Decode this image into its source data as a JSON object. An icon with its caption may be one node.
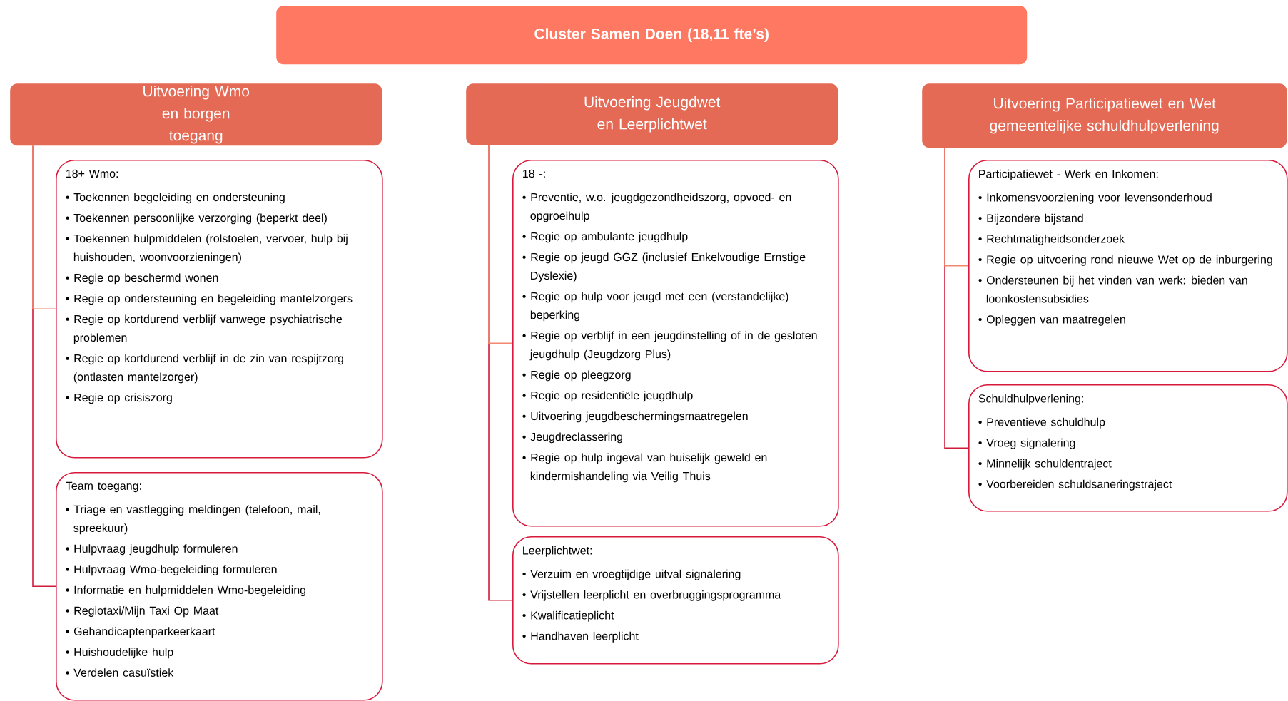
{
  "diagram": {
    "nodes": [
      {
        "text": [
          "Cluster Samen Doen (18,11 fte’s)"
        ]
      },
      {
        "text": [
          "Uitvoering Wmo en borgen toegang"
        ]
      },
      {
        "text": [
          "Uitvoering Jeugdwet en Leerplichtwet"
        ]
      },
      {
        "text": [
          "Uitvoering Participatiewet en Wet gemeentelijke schuldhulpverlening"
        ]
      },
      {
        "text": [
          "18+ Wmo:",
          "• Toekennen begeleiding en ondersteuning",
          "• Toekennen persoonlijke verzorging (beperkt deel)",
          "• Toekennen hulpmiddelen (rolstoelen, vervoer, hulp bij huishouden, woonvoorzieningen)",
          "• Regie op beschermd wonen",
          "• Regie op ondersteuning en begeleiding mantelzorgers",
          "• Regie op kortdurend verblijf vanwege psychiatrische problemen",
          "• Regie op kortdurend verblijf in de zin van respijtzorg (ontlasten mantelzorger)",
          "• Regie op crisiszorg"
        ]
      },
      {
        "text": [
          "Team toegang:",
          "• Triage en vastlegging meldingen (telefoon, mail, spreekuur)",
          "• Hulpvraag jeugdhulp formuleren",
          "• Hulpvraag Wmo-begeleiding formuleren",
          "• Informatie en  hulpmiddelen Wmo-begeleiding",
          "• Regiotaxi/Mijn Taxi Op Maat",
          "• Gehandicaptenparkeerkaart",
          "• Huishoudelijke hulp",
          "• Verdelen casuïstiek"
        ]
      },
      {
        "text": [
          "18 -:",
          "• Preventie, w.o. jeugdgezondheidszorg, opvoed- en opgroeihulp",
          "• Regie op ambulante jeugdhulp",
          "• Regie op jeugd GGZ (inclusief Enkelvoudige Ernstige Dyslexie)",
          "• Regie op hulp voor jeugd met een (verstandelijke) beperking",
          "• Regie op verblijf in een jeugdinstelling of in de gesloten jeugdhulp (Jeugdzorg Plus)",
          "• Regie op pleegzorg",
          "• Regie op residentiële jeugdhulp",
          "• Uitvoering jeugdbeschermingsmaatregelen",
          "• Jeugdreclassering",
          "• Regie op hulp ingeval van huiselijk geweld en kindermishandeling via Veilig Thuis"
        ]
      },
      {
        "text": [
          "Leerplichtwet:",
          "• Verzuim en vroegtijdige uitval signalering",
          "• Vrijstellen leerplicht en overbruggingsprogramma",
          "• Kwalificatieplicht",
          "• Handhaven leerplicht"
        ]
      },
      {
        "text": [
          "Participatiewet - Werk en Inkomen:",
          "• Inkomensvoorziening voor levensonderhoud",
          "• Bijzondere bijstand",
          "• Rechtmatigheidsonderzoek",
          "• Regie op uitvoering rond nieuwe Wet op de inburgering",
          "• Ondersteunen bij het vinden van werk: bieden van loonkostensubsidies",
          "• Opleggen van maatregelen"
        ]
      },
      {
        "text": [
          "Schuldhulpverlening:",
          "• Preventieve schuldhulp",
          "• Vroeg signalering",
          "• Minnelijk schuldentraject",
          "• Voorbereiden schuldsaneringstraject"
        ]
      }
    ],
    "edges": [
      {
        "from": 1,
        "to": 5,
        "arrow": "none"
      },
      {
        "from": 2,
        "to": 7,
        "arrow": "none"
      },
      {
        "from": 3,
        "to": 9,
        "arrow": "none"
      },
      {
        "from": 1,
        "to": 4,
        "arrow": "none",
        "color": "#f2886f"
      },
      {
        "from": 2,
        "to": 6,
        "arrow": "none",
        "color": "#f2886f"
      },
      {
        "from": 3,
        "to": 8,
        "arrow": "none",
        "color": "#f2886f"
      }
    ]
  }
}
